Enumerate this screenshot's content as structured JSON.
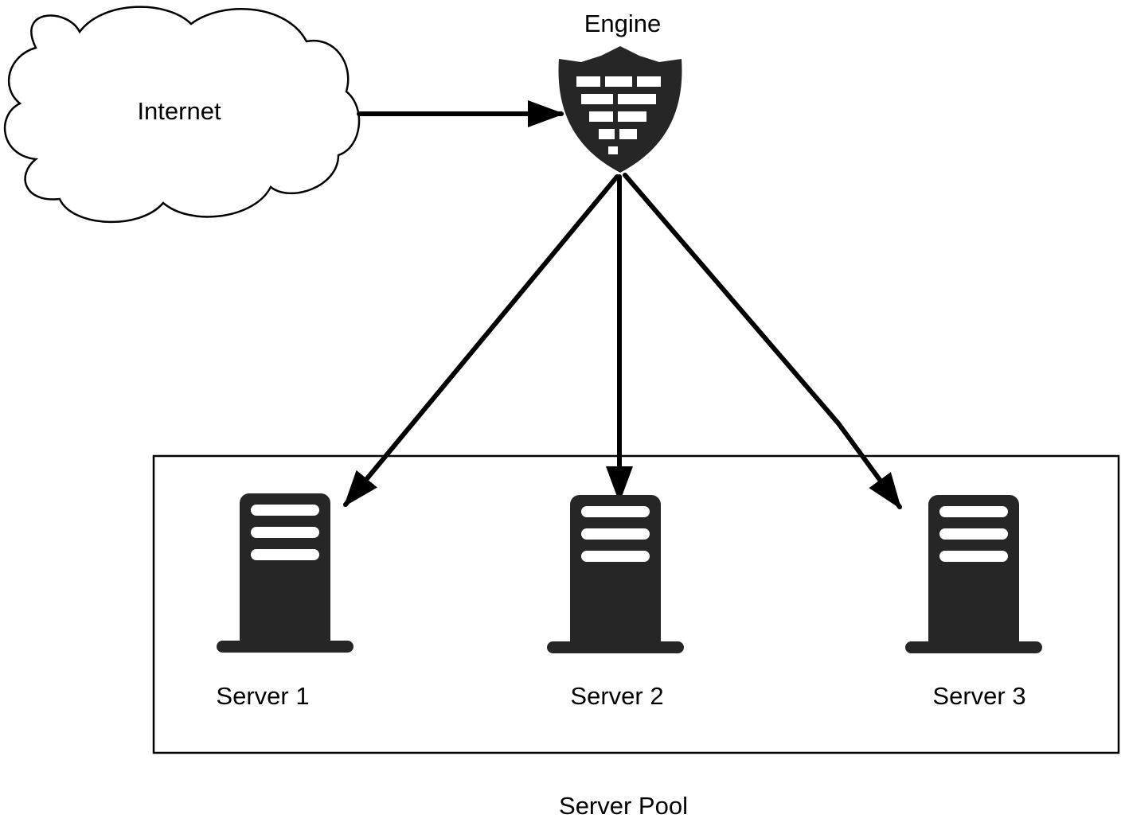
{
  "colors": {
    "background": "#ffffff",
    "stroke": "#000000",
    "icon_fill": "#262626"
  },
  "nodes": {
    "internet": {
      "label": "Internet",
      "icon": "cloud-icon"
    },
    "engine": {
      "label": "Engine",
      "icon": "firewall-shield-icon"
    },
    "servers": [
      {
        "label": "Server 1",
        "icon": "server-icon"
      },
      {
        "label": "Server 2",
        "icon": "server-icon"
      },
      {
        "label": "Server 3",
        "icon": "server-icon"
      }
    ]
  },
  "server_pool": {
    "label": "Server Pool"
  },
  "edges": [
    {
      "from": "Internet",
      "to": "Engine"
    },
    {
      "from": "Engine",
      "to": "Server 1"
    },
    {
      "from": "Engine",
      "to": "Server 2"
    },
    {
      "from": "Engine",
      "to": "Server 3"
    }
  ]
}
